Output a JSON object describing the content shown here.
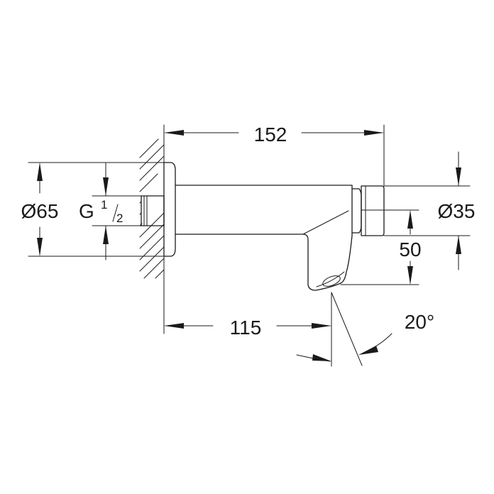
{
  "drawing": {
    "colors": {
      "line": "#1a1a1a",
      "background": "#ffffff"
    },
    "dimensions": {
      "length_overall": "152",
      "length_outlet": "115",
      "flange_diameter": "Ø65",
      "thread_prefix": "G",
      "thread_numerator": "1",
      "thread_denominator": "2",
      "cap_diameter": "Ø35",
      "outlet_drop": "50",
      "outlet_angle": "20°"
    }
  }
}
